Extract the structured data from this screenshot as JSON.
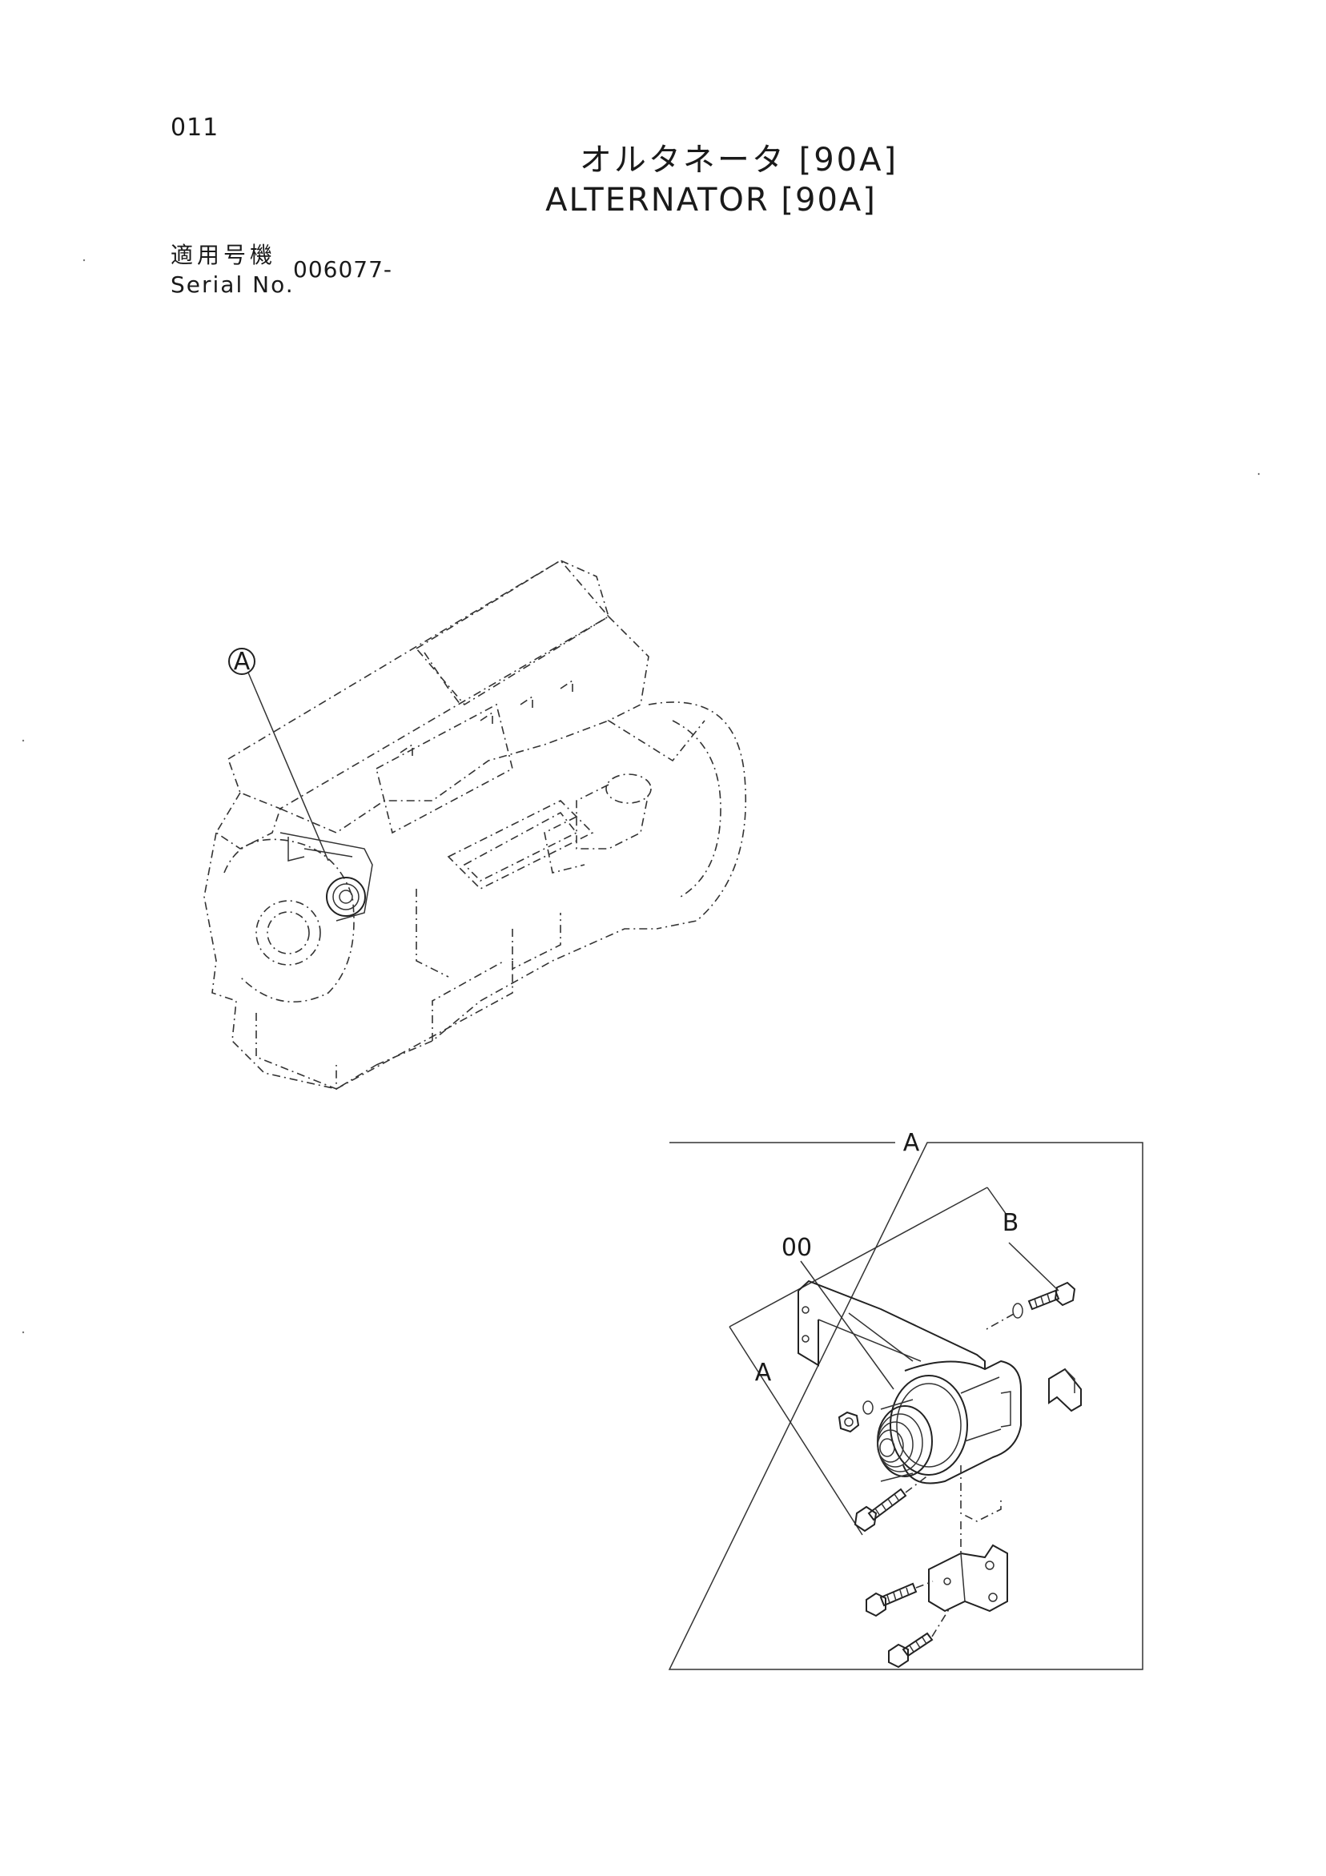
{
  "page": {
    "number": "011",
    "title_jp": "オルタネータ [90A]",
    "title_en": "ALTERNATOR [90A]"
  },
  "serial": {
    "label_jp": "適用号機",
    "label_en": "Serial No.",
    "value": "006077-"
  },
  "engine_view": {
    "callout": "A"
  },
  "detail_view": {
    "frame_label": "A",
    "callouts": {
      "part_00": "00",
      "group_a": "A",
      "group_b": "B"
    }
  }
}
